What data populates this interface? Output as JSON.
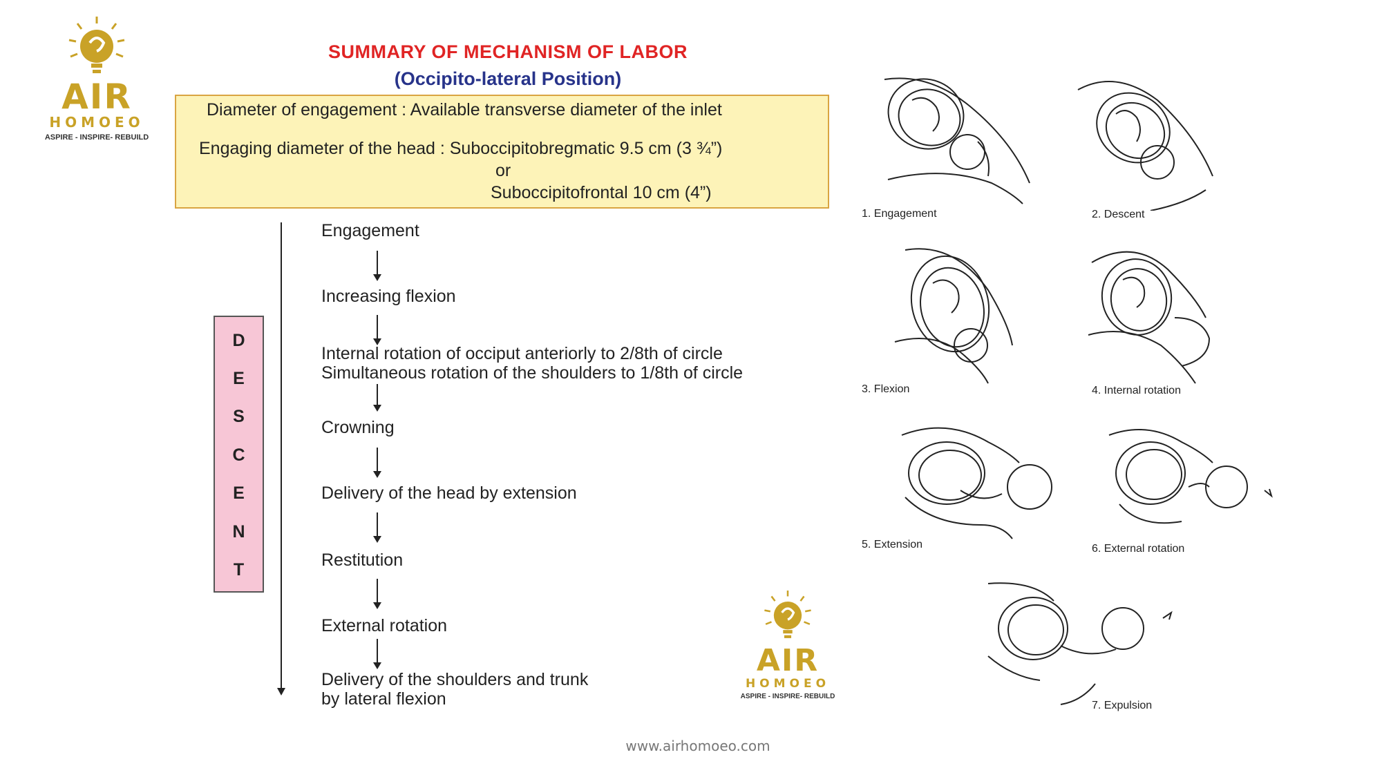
{
  "logo": {
    "brand": "AIR",
    "sub": "HOMOEO",
    "tagline": "ASPIRE - INSPIRE- REBUILD"
  },
  "title": "SUMMARY OF MECHANISM OF LABOR",
  "subtitle": "(Occipito-lateral Position)",
  "info": {
    "line1": "Diameter of engagement : Available transverse diameter of the inlet",
    "line2": "Engaging diameter of the head : Suboccipitobregmatic 9.5 cm (3 ¾”)",
    "line3": "or",
    "line4": "Suboccipitofrontal 10 cm (4”)"
  },
  "steps": [
    "Engagement",
    "Increasing flexion",
    "Internal rotation of occiput anteriorly to 2/8th of circle",
    "Simultaneous rotation of the shoulders to 1/8th of circle",
    "Crowning",
    "Delivery of the head by extension",
    "Restitution",
    "External rotation",
    "Delivery of the shoulders and trunk",
    "by lateral flexion"
  ],
  "descent_letters": [
    "D",
    "E",
    "S",
    "C",
    "E",
    "N",
    "T"
  ],
  "figures": [
    "1. Engagement",
    "2. Descent",
    "3. Flexion",
    "4. Internal rotation",
    "5. Extension",
    "6. External rotation",
    "7. Expulsion"
  ],
  "website": "www.airhomoeo.com",
  "colors": {
    "title": "#e02424",
    "subtitle": "#27338a",
    "box_fill": "#fdf3b8",
    "box_border": "#d9a441",
    "descent_fill": "#f7c6d6",
    "logo_gold": "#c9a227"
  }
}
